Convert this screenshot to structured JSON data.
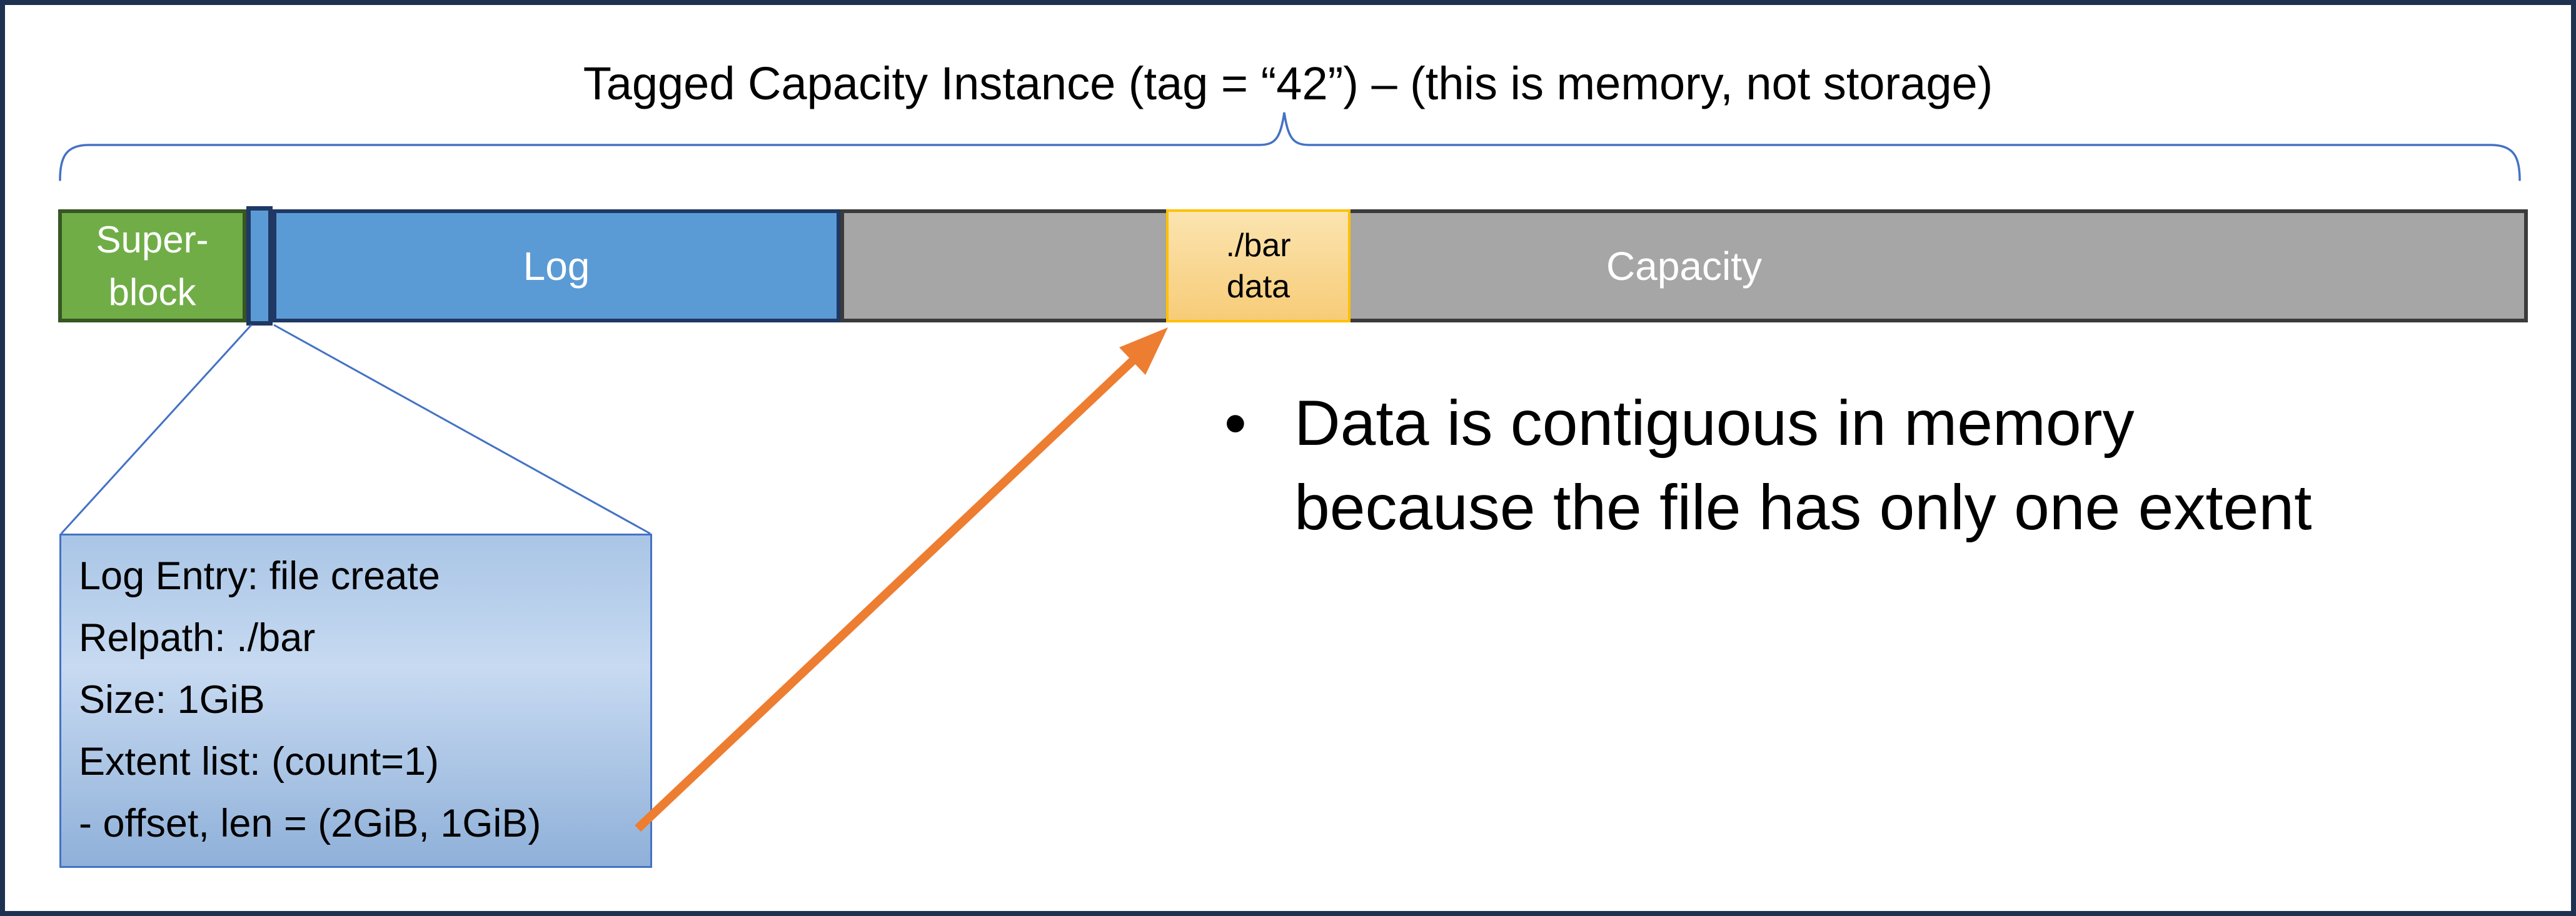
{
  "title": "Tagged Capacity Instance (tag = “42”) – (this is memory, not storage)",
  "bar": {
    "superblock": {
      "lines": [
        "Super-",
        "block"
      ]
    },
    "log_label": "Log",
    "log_entry_slice": "highlighted log entry region",
    "capacity_label": "Capacity",
    "file_box": {
      "lines": [
        "./bar",
        "data"
      ]
    }
  },
  "callout": {
    "lines": [
      "Log Entry: file create",
      "Relpath: ./bar",
      "Size: 1GiB",
      "Extent list: (count=1)",
      "- offset, len = (2GiB, 1GiB)"
    ]
  },
  "bullet": {
    "marker": "•",
    "lines": [
      "Data is contiguous in memory",
      "because the file has only one extent"
    ]
  },
  "colors": {
    "frame_navy": "#1e3151",
    "bar_navy": "#1f3864",
    "bar_blue": "#5b9bd5",
    "green_fill": "#70ad47",
    "green_border": "#375623",
    "gray_fill": "#a6a6a6",
    "gray_border": "#3b3b3b",
    "gold_border": "#ffc000",
    "gold_fill_top": "#fbe4b0",
    "gold_fill_bottom": "#f7cc78",
    "arrow_orange": "#ed7d31",
    "connector_blue": "#4472c4",
    "callout_top": "#a9c5e6",
    "callout_mid": "#c7daf1",
    "callout_bottom": "#8fb0d9",
    "text_black": "#000000",
    "text_white": "#ffffff"
  }
}
